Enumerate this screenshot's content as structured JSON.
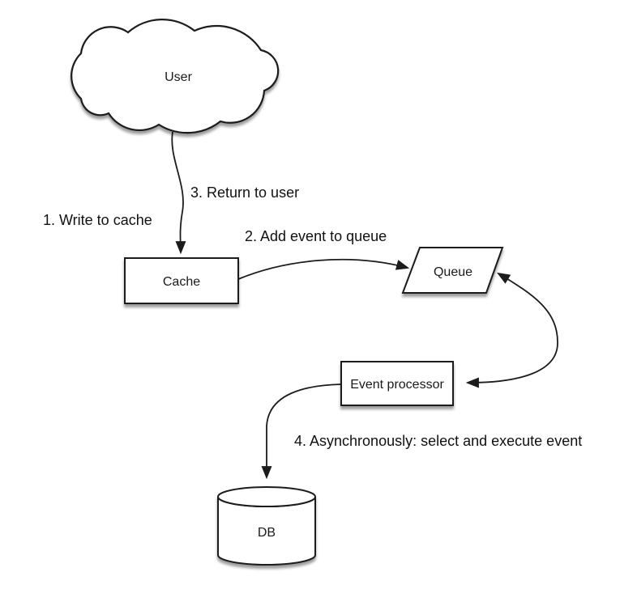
{
  "diagram": {
    "kind": "flowchart",
    "colors": {
      "background": "#ffffff",
      "node_fill": "#ffffff",
      "stroke": "#1c1c1c",
      "text": "#1a1a1a"
    },
    "nodes": {
      "user": {
        "label": "User",
        "shape": "cloud"
      },
      "cache": {
        "label": "Cache",
        "shape": "rectangle"
      },
      "queue": {
        "label": "Queue",
        "shape": "parallelogram"
      },
      "event_processor": {
        "label": "Event processor",
        "shape": "rectangle"
      },
      "db": {
        "label": "DB",
        "shape": "cylinder"
      }
    },
    "edge_labels": {
      "step1": "1. Write to cache",
      "step2": "2. Add event to queue",
      "step3": "3. Return to user",
      "step4": "4. Asynchronously: select and execute event"
    },
    "edges": [
      {
        "from": "User",
        "to": "Cache",
        "label": "1. Write to cache"
      },
      {
        "from": "Cache",
        "to": "Queue",
        "label": "2. Add event to queue"
      },
      {
        "from": "Cache",
        "to": "User",
        "label": "3. Return to user"
      },
      {
        "from": "Queue",
        "to": "Event processor",
        "label": "4. Asynchronously: select and execute event",
        "arrowheads": "both"
      },
      {
        "from": "Event processor",
        "to": "DB",
        "label": ""
      }
    ]
  }
}
